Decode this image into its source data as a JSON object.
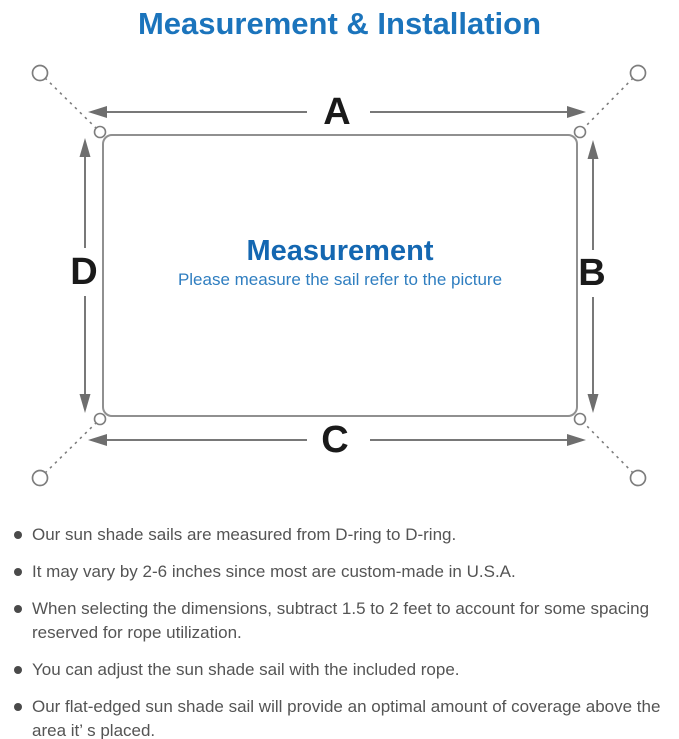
{
  "title": "Measurement & Installation",
  "diagram": {
    "labels": {
      "a": "A",
      "b": "B",
      "c": "C",
      "d": "D"
    },
    "heading": "Measurement",
    "subheading": "Please measure the sail refer to the picture"
  },
  "notes": [
    "Our sun shade sails are measured from D-ring to D-ring.",
    "It may vary by 2-6 inches since most are custom-made in U.S.A.",
    "When selecting the dimensions, subtract 1.5 to 2 feet to account for some spacing reserved for rope utilization.",
    "You can adjust the sun shade sail with the included rope.",
    "Our flat-edged sun shade sail will provide an optimal amount of coverage above the area it’ s placed."
  ],
  "colors": {
    "title_blue": "#1b74bc",
    "heading_blue": "#1467b1",
    "subheading_blue": "#2f7ec0",
    "diagram_line_gray": "#7b7b7b",
    "sail_border_gray": "#909090",
    "dimension_label_black": "#1a1a1a",
    "note_text_gray": "#545454"
  }
}
